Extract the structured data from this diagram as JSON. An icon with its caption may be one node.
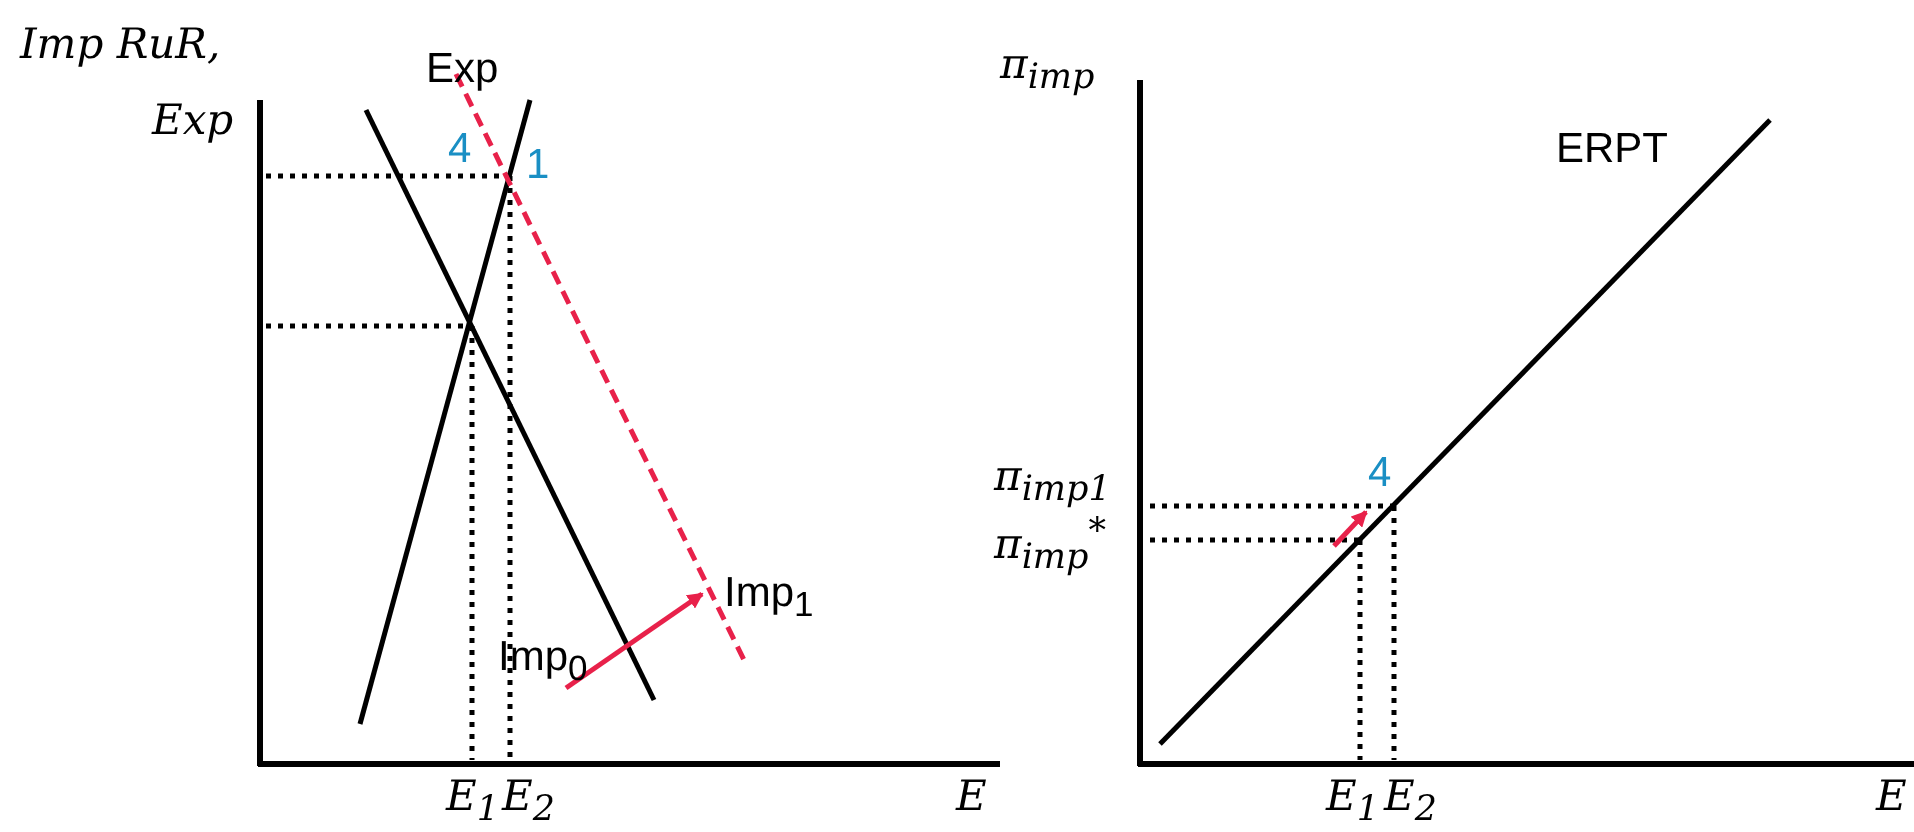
{
  "diagram": {
    "labels": [
      "Imp RuR,",
      "Exp",
      "Exp",
      "4",
      "1",
      "Imp$_{1}$",
      "Imp$_{0}$",
      "E$_{1}$",
      "E$_{2}$",
      "E",
      "π$_{imp}$",
      "ERPT",
      "4",
      "π$_{imp1}$",
      "π$_{imp}$$^{*}$",
      "E$_{1}$",
      "E$_{2}$",
      "E"
    ]
  }
}
